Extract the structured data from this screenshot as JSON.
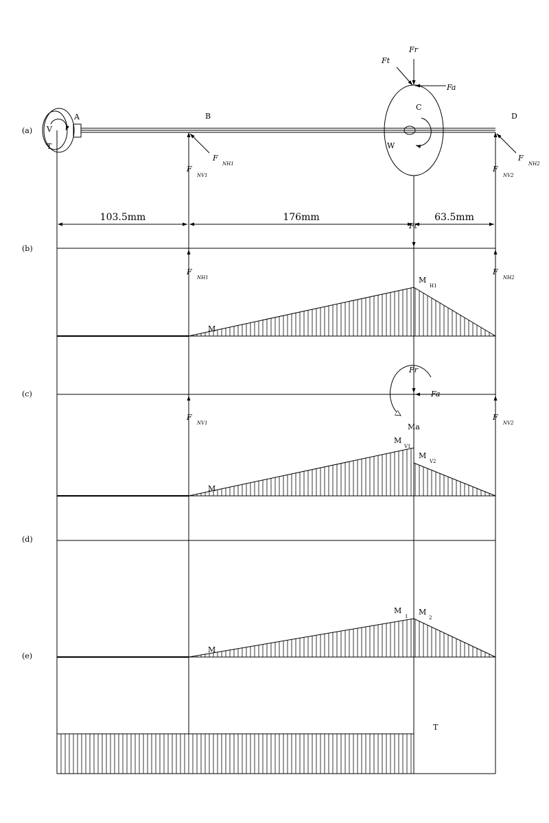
{
  "rows": {
    "a": "(a)",
    "b": "(b)",
    "c": "(c)",
    "d": "(d)",
    "e": "(e)"
  },
  "points": {
    "A": "A",
    "B": "B",
    "C": "C",
    "D": "D"
  },
  "dims": {
    "ab": "103.5mm",
    "bc": "176mm",
    "cd": "63.5mm"
  },
  "forces": {
    "Fr": "Fr",
    "Ft": "Ft",
    "Fa": "Fa",
    "F": "F",
    "NH1": "NH1",
    "NH2": "NH2",
    "NV1": "NV1",
    "NV2": "NV2"
  },
  "labels": {
    "T": "T",
    "V": "V",
    "W": "W",
    "M": "M",
    "Ma": "Ma",
    "H1": "H1",
    "V1": "V1",
    "V2": "V2",
    "one": "1",
    "two": "2"
  }
}
